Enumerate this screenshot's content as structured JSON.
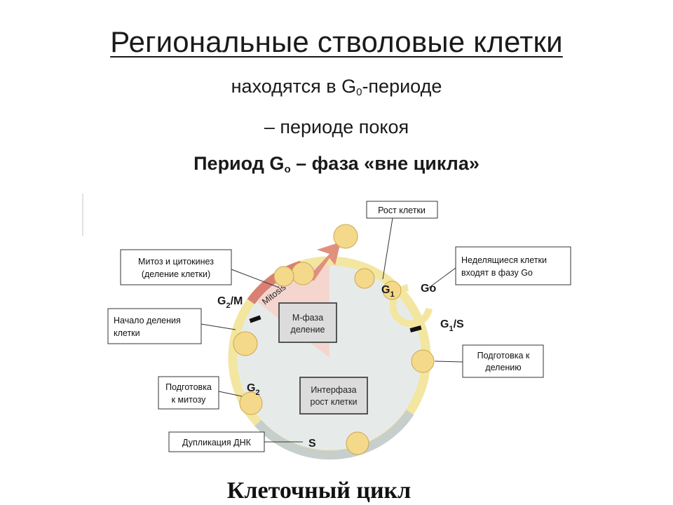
{
  "slide": {
    "title": "Региональные стволовые клетки",
    "line1_pre": "находятся в G",
    "line1_sub": "0",
    "line1_post": "-периоде",
    "line2": "– периоде покоя",
    "line3_pre": "Период G",
    "line3_sub": "o",
    "line3_post": " – фаза «вне цикла»"
  },
  "diagram": {
    "callouts": {
      "growth": "Рост клетки",
      "mitosis_1": "Митоз и цитокинез",
      "mitosis_2": "(деление клетки)",
      "nondividing_1": "Неделящиеся клетки",
      "nondividing_2": "входят в фазу Go",
      "start_division_1": "Начало деления",
      "start_division_2": "клетки",
      "prep_division_1": "Подготовка к",
      "prep_division_2": "делению",
      "prep_mitosis_1": "Подготовка",
      "prep_mitosis_2": "к митозу",
      "dna_dup": "Дупликация ДНК"
    },
    "phase_labels": {
      "g2m_main": "G",
      "g2m_sub": "2",
      "g2m_post": "/M",
      "g1_main": "G",
      "g1_sub": "1",
      "go": "Go",
      "g1s_main": "G",
      "g1s_sub": "1",
      "g1s_post": "/S",
      "g2_main": "G",
      "g2_sub": "2",
      "s": "S",
      "mitosis_arc": "Mitosis"
    },
    "center_boxes": {
      "mphase_1": "М-фаза",
      "mphase_2": "деление",
      "interphase_1": "Интерфаза",
      "interphase_2": "рост клетки"
    },
    "caption": "Клеточный цикл",
    "colors": {
      "ring_yellow": "#f3e6a0",
      "mitosis_red": "#d98074",
      "cell_yellow": "#f5d98a",
      "s_phase_grey": "#c7cfcc",
      "center_fill": "#e6ebea",
      "mphase_pink": "#f4d6cf",
      "arrow_salmon": "#e0907c"
    }
  }
}
